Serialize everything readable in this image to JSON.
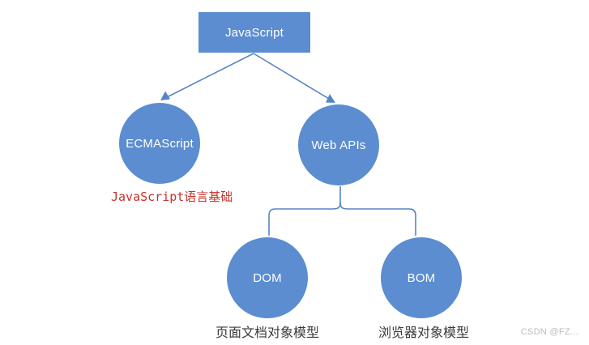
{
  "diagram": {
    "title_node": {
      "label": "JavaScript"
    },
    "nodes": [
      {
        "id": "ecmascript",
        "label": "ECMAScript"
      },
      {
        "id": "webapis",
        "label": "Web APIs"
      },
      {
        "id": "dom",
        "label": "DOM"
      },
      {
        "id": "bom",
        "label": "BOM"
      }
    ],
    "annotations": {
      "ecmascript_note": "JavaScript语言基础",
      "dom_caption": "页面文档对象模型",
      "bom_caption": "浏览器对象模型"
    },
    "colors": {
      "node_fill": "#5b8dd0",
      "connector": "#5585c5",
      "note_red": "#c5342b",
      "caption_dark": "#3a3a3a",
      "watermark_gray": "#bdbdbd"
    }
  },
  "watermark": {
    "text": "CSDN @FZ..."
  }
}
